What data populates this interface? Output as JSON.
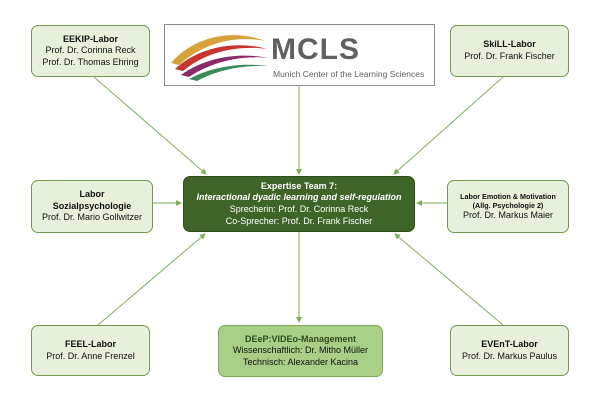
{
  "logo": {
    "word": "MCLS",
    "subtitle": "Munich Center of the Learning Sciences"
  },
  "center": {
    "title": "Expertise Team 7:",
    "subtitle": "Interactional dyadic learning and self-regulation",
    "speaker": "Sprecherin: Prof. Dr. Corinna Reck",
    "co_speaker": "Co-Sprecher: Prof. Dr. Frank Fischer"
  },
  "labs": {
    "eekip": {
      "title": "EEKIP-Labor",
      "line1": "Prof. Dr. Corinna Reck",
      "line2": "Prof. Dr. Thomas Ehring"
    },
    "skill": {
      "title": "SkiLL-Labor",
      "line1": "Prof. Dr. Frank Fischer"
    },
    "sozial": {
      "title1": "Labor",
      "title2": "Sozialpsychologie",
      "line1": "Prof. Dr. Mario Gollwitzer"
    },
    "emotion": {
      "title1": "Labor Emotion & Motivation",
      "title2": "(Allg. Psychologie 2)",
      "line1": "Prof. Dr. Markus Maier"
    },
    "feel": {
      "title": "FEEL-Labor",
      "line1": "Prof. Dr. Anne Frenzel"
    },
    "event": {
      "title": "EVEnT-Labor",
      "line1": "Prof. Dr. Markus Paulus"
    }
  },
  "deep": {
    "title": "DEeP:VIDEo-Management",
    "line1": "Wissenschaftlich: Dr. Mitho Müller",
    "line2": "Technisch: Alexander Kacina"
  },
  "colors": {
    "center_fill": "#3f6428",
    "lab_fill": "#e6f0db",
    "lab_border": "#6f9a4e",
    "deep_fill": "#a9ce86",
    "arrow": "#7fae5a"
  }
}
